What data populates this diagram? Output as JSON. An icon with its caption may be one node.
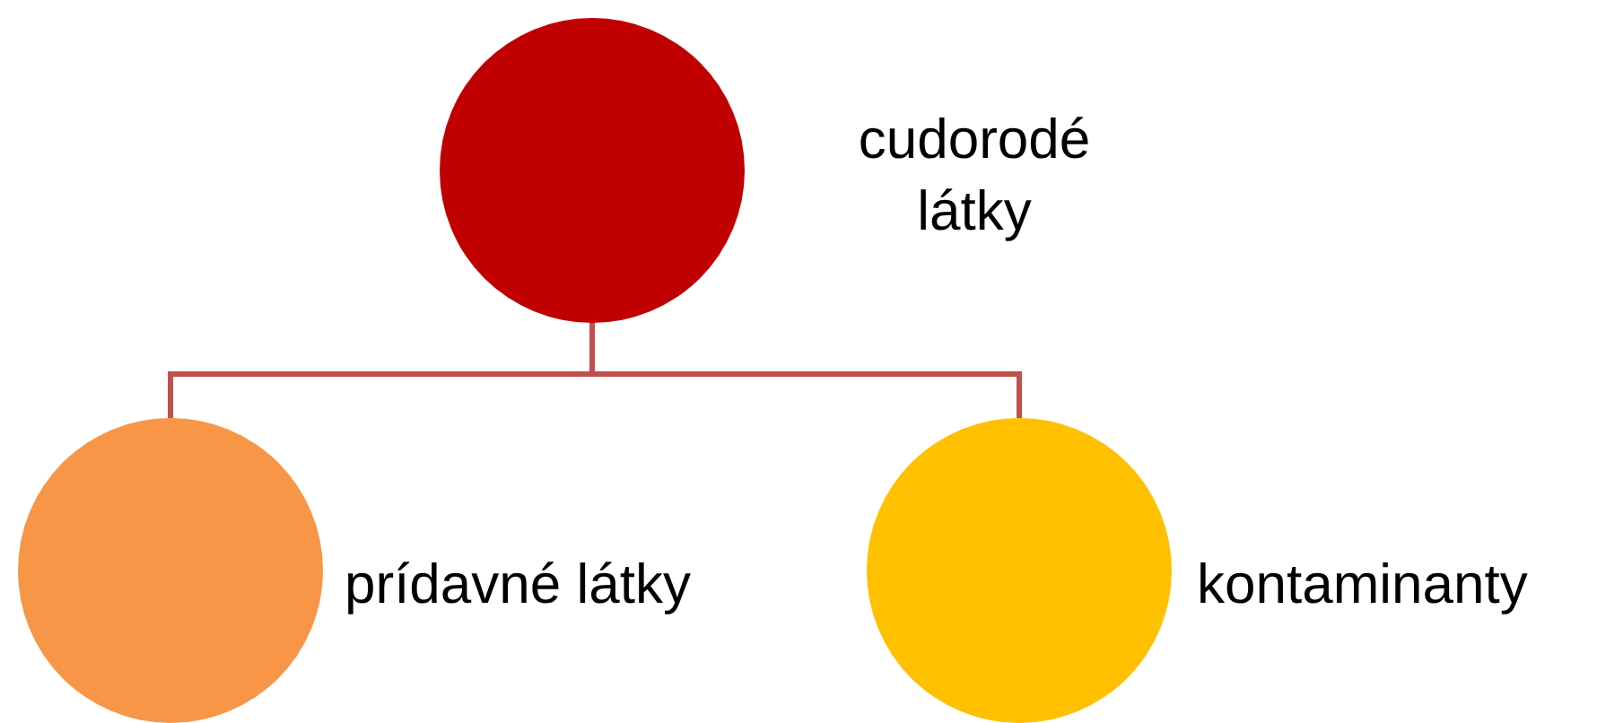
{
  "diagram": {
    "nodes": [
      {
        "text": [],
        "shape": "circle",
        "beside": [
          "cudorodé látky"
        ]
      },
      {
        "text": [],
        "shape": "circle",
        "beside": [
          "prídavné látky"
        ]
      },
      {
        "text": [],
        "shape": "circle",
        "beside": [
          "kontaminanty"
        ]
      }
    ],
    "edges": [
      {
        "from": 0,
        "to": 1,
        "arrow": "none"
      },
      {
        "from": 0,
        "to": 2,
        "arrow": "none"
      }
    ]
  }
}
